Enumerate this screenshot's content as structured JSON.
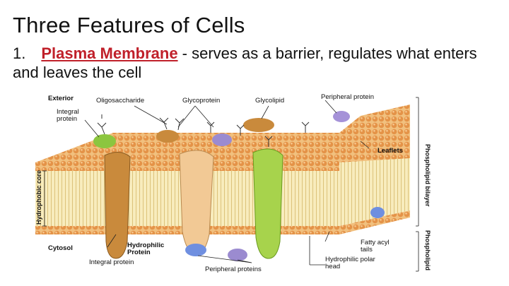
{
  "slide": {
    "title": "Three Features of Cells",
    "point_number": "1.",
    "point_term": "Plasma Membrane",
    "point_text": " - serves as a barrier, regulates what enters and leaves the cell"
  },
  "diagram": {
    "labels": {
      "exterior": "Exterior",
      "oligosaccharide": "Oligosaccharide",
      "glycoprotein": "Glycoprotein",
      "glycolipid": "Glycolipid",
      "peripheral_protein": "Peripheral protein",
      "integral_protein_1": "Integral",
      "integral_protein_2": "protein",
      "leaflets": "Leaflets",
      "hydrophobic_core": "Hydrophobic core",
      "phospholipid_bilayer": "Phospholipid bilayer",
      "cytosol": "Cytosol",
      "hydrophilic_protein_1": "Hydrophilic",
      "hydrophilic_protein_2": "Protein",
      "integral_protein_bottom": "Integral protein",
      "peripheral_proteins": "Peripheral proteins",
      "fatty_acyl_1": "Fatty acyl",
      "fatty_acyl_2": "tails",
      "polar_head_1": "Hydrophilic polar",
      "polar_head_2": "head",
      "phospholipid": "Phospholipid"
    },
    "colors": {
      "head": "#e59a4c",
      "tail": "#f6e6a8",
      "integral_brown": "#c98a3c",
      "integral_tan": "#f2c995",
      "integral_green": "#a7d34c",
      "peripheral_purple": "#9b8bd0",
      "peripheral_blue": "#6f8fe0"
    }
  }
}
